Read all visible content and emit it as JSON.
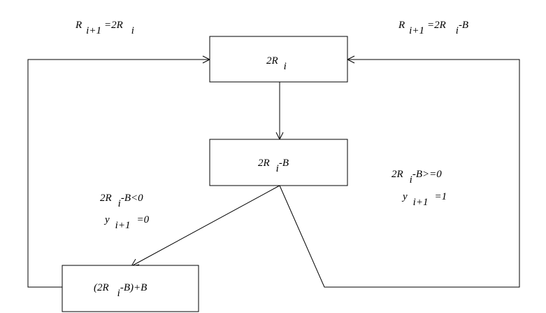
{
  "labels": {
    "top_left": {
      "r": "R",
      "r_sub": "i+1",
      "eq": "=2R",
      "eq_sub": "i"
    },
    "top_right": {
      "r": "R",
      "r_sub": "i+1",
      "eq": "=2R",
      "eq_sub": "i",
      "tail": "-B"
    },
    "cond_ge": {
      "line1": "2R",
      "line1_sub": "i",
      "line1_tail": "-B>=0",
      "y": "y",
      "y_sub": "i+1",
      "y_tail": "=1"
    },
    "cond_lt": {
      "line1": "2R",
      "line1_sub": "i",
      "line1_tail": "-B<0",
      "y": "y",
      "y_sub": "i+1",
      "y_tail": "=0"
    }
  },
  "boxes": {
    "shift": {
      "main": "2R",
      "sub": "i"
    },
    "subtract": {
      "main": "2R",
      "sub": "i",
      "tail": "-B"
    },
    "restore": {
      "main": "(2R",
      "sub": "i",
      "tail": "-B)+B"
    }
  }
}
